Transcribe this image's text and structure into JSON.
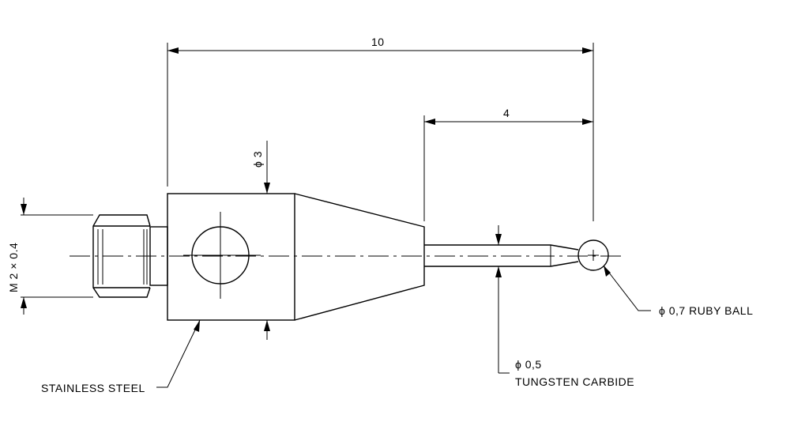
{
  "dimensions": {
    "overall_length": "10",
    "stem_length": "4",
    "body_diameter": "ϕ 3",
    "thread": "M 2 × 0.4"
  },
  "labels": {
    "body_material": "STAINLESS STEEL",
    "stem_diameter": "ϕ 0,5",
    "stem_material": "TUNGSTEN CARBIDE",
    "ball": "ϕ 0,7 RUBY BALL"
  }
}
